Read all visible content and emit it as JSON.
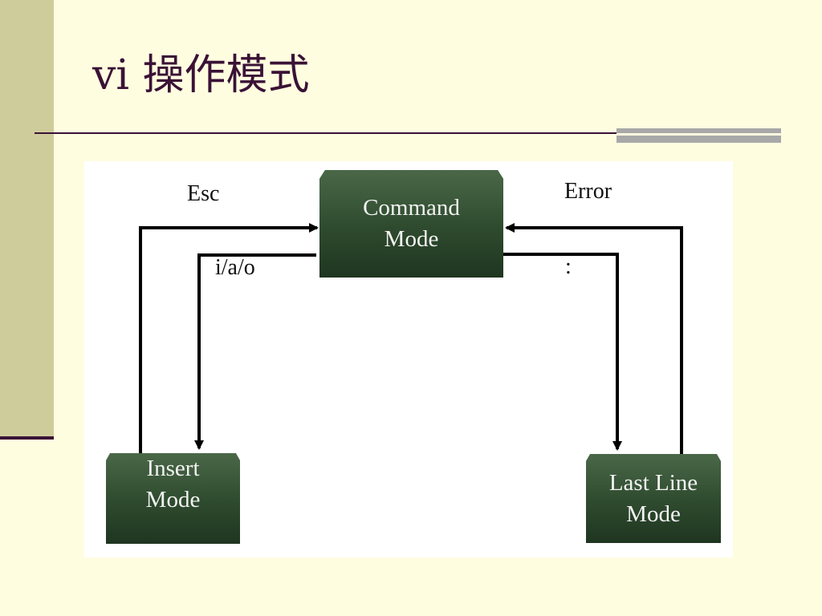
{
  "slide": {
    "title": "vi 操作模式"
  },
  "diagram": {
    "nodes": {
      "command": {
        "line1": "Command",
        "line2": "Mode"
      },
      "insert": {
        "line1": "Insert",
        "line2": "Mode"
      },
      "last_line": {
        "line1": "Last Line",
        "line2": "Mode"
      }
    },
    "edges": {
      "insert_to_command": "Esc",
      "command_to_insert": "i/a/o",
      "last_line_to_command": "Error",
      "command_to_last_line": ":"
    }
  },
  "colors": {
    "background": "#fffde0",
    "accent_bar": "#cfcc9b",
    "title_text": "#3a1236",
    "box_fill": "#2e4a2e",
    "box_text": "#f2f2f2",
    "arrow": "#000000"
  }
}
